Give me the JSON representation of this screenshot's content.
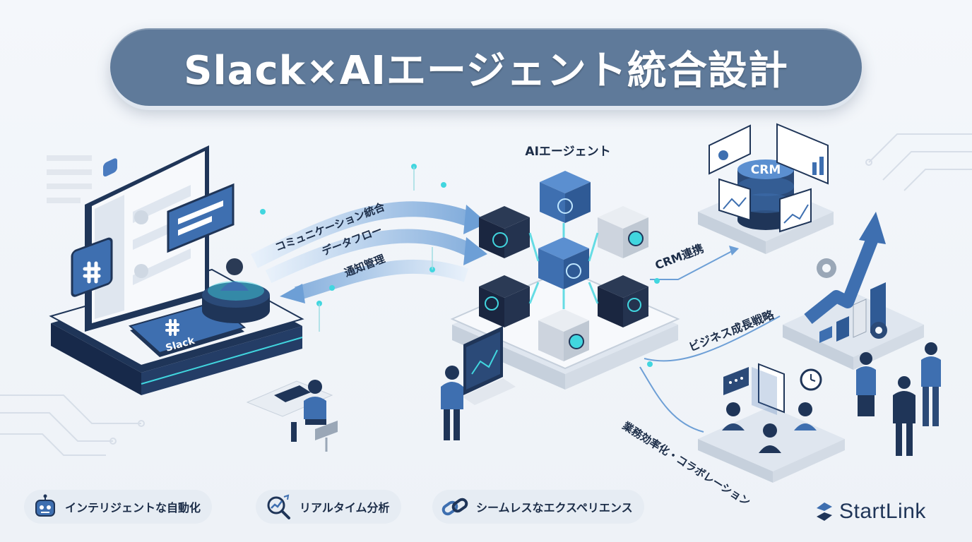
{
  "title": "Slack×AIエージェント統合設計",
  "labels": {
    "ai_agent": "AIエージェント",
    "comm": "コミュニケーション統合",
    "dataflow": "データフロー",
    "notify": "通知管理",
    "crm_link": "CRM連携",
    "growth": "ビジネス成長戦略",
    "efficiency": "業務効率化・コラボレーション",
    "crm_db": "CRM",
    "slack_badge": "Slack"
  },
  "features": [
    {
      "icon": "robot-icon",
      "label": "インテリジェントな自動化"
    },
    {
      "icon": "magnifier-trend-icon",
      "label": "リアルタイム分析"
    },
    {
      "icon": "chain-link-icon",
      "label": "シームレスなエクスペリエンス"
    }
  ],
  "brand": {
    "name": "StartLink"
  },
  "colors": {
    "navy": "#1f3558",
    "blue": "#3e6fb0",
    "cyan": "#41d6df",
    "title_bg": "#5f7a9a"
  }
}
